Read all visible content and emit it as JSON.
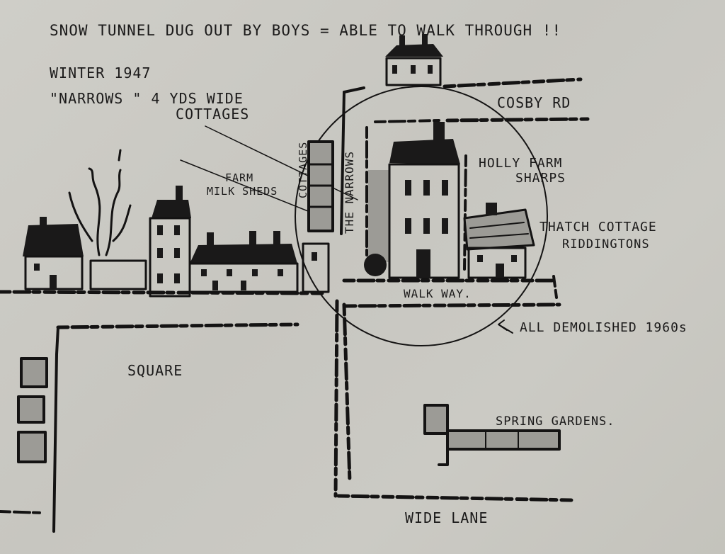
{
  "labels": {
    "snow_tunnel": "SNOW TUNNEL DUG OUT BY BOYS = ABLE TO WALK THROUGH !!",
    "winter": "WINTER 1947",
    "narrows_width": "\"NARROWS \" 4 YDS WIDE",
    "cottages_note": "COTTAGES",
    "farm": "FARM",
    "milk_sheds": "MILK SHEDS",
    "cottages_vertical": "COTTAGES",
    "the_narrows": "THE NARROWS",
    "cosby_rd": "COSBY RD",
    "holly_farm": "HOLLY FARM",
    "sharps": "SHARPS",
    "thatch_cottage": "THATCH COTTAGE",
    "riddingtons": "RIDDINGTONS",
    "walk_way": "WALK WAY.",
    "demolished": "ALL DEMOLISHED 1960s",
    "square": "SQUARE",
    "spring_gardens": "SPRING GARDENS.",
    "wide_lane": "WIDE LANE"
  },
  "colors": {
    "paper": "#cfcec8",
    "ink": "#141313",
    "shade": "#9c9b96"
  }
}
